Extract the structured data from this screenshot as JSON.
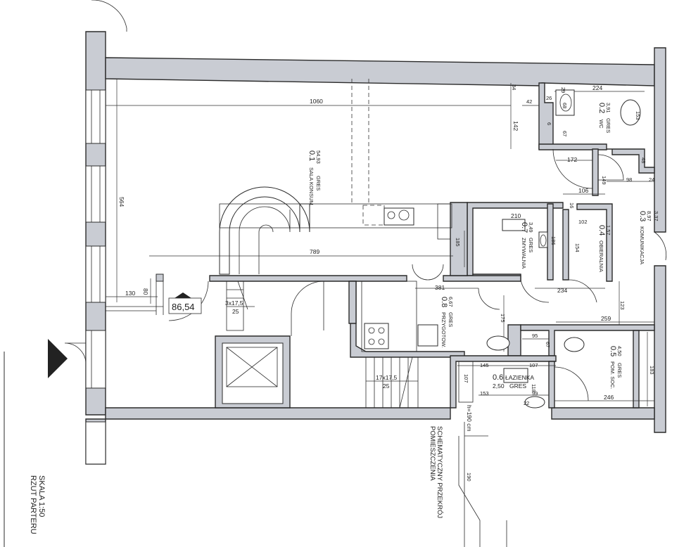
{
  "elevation": {
    "mark": "86,54"
  },
  "rooms": [
    {
      "num": "0.1",
      "name": "SALA KONSUM.",
      "area": "54,93",
      "finish": "GRES"
    },
    {
      "num": "0.2",
      "name": "WC",
      "area": "3,91",
      "finish": "GRES"
    },
    {
      "num": "0.3",
      "name": "KOMUNIKACJA",
      "area": "8,97",
      "extra": "3,37"
    },
    {
      "num": "0.4",
      "name": "OBIERALNIA",
      "area": "1,57",
      "extra": "154"
    },
    {
      "num": "0.5",
      "name": "POM. SOC.",
      "area": "4,50",
      "finish": "GRES"
    },
    {
      "num": "0.6",
      "name": "ŁAZIENKA",
      "area": "2,50",
      "finish": "GRES"
    },
    {
      "num": "0.7",
      "name": "ZMYWALNIA",
      "area": "3,49",
      "finish": "GRES"
    },
    {
      "num": "0.8",
      "name": "PRZYGOTOW.",
      "area": "6,67",
      "finish": "GRES"
    }
  ],
  "dimensions": {
    "d1060": "1060",
    "d564": "564",
    "d789": "789",
    "d130": "130",
    "d80": "80",
    "d34": "34",
    "d42": "42",
    "d142": "142",
    "d224": "224",
    "d26": "26",
    "d29": "29",
    "d68": "68",
    "d6": "6",
    "d67a": "67",
    "d153": "153",
    "d172": "172",
    "d48": "48",
    "d149": "149",
    "d98": "98",
    "d24": "24",
    "d106": "106",
    "d16": "16",
    "d185": "185",
    "d210": "210",
    "d102": "102",
    "d186": "186",
    "d381": "381",
    "d234": "234",
    "d123": "123",
    "d259": "259",
    "d175": "175",
    "d95": "95",
    "d67b": "67",
    "d183": "183",
    "d145": "145",
    "d107a": "107",
    "d107b": "107",
    "d118": "118",
    "d153b": "153",
    "d99": "99",
    "d22": "22",
    "d246": "246",
    "d190": "190"
  },
  "stairs": {
    "s1": "3x17,5",
    "s1b": "25",
    "s2": "17x17,5",
    "s2b": "25",
    "headroom": "h=190 cm"
  },
  "section": {
    "line1": "SCHEMATYCZNY PRZEKRÓJ",
    "line2": "POMIESZCZENIA"
  },
  "title": {
    "line1": "RZUT PARTERU",
    "line2": "SKALA 1:50"
  }
}
